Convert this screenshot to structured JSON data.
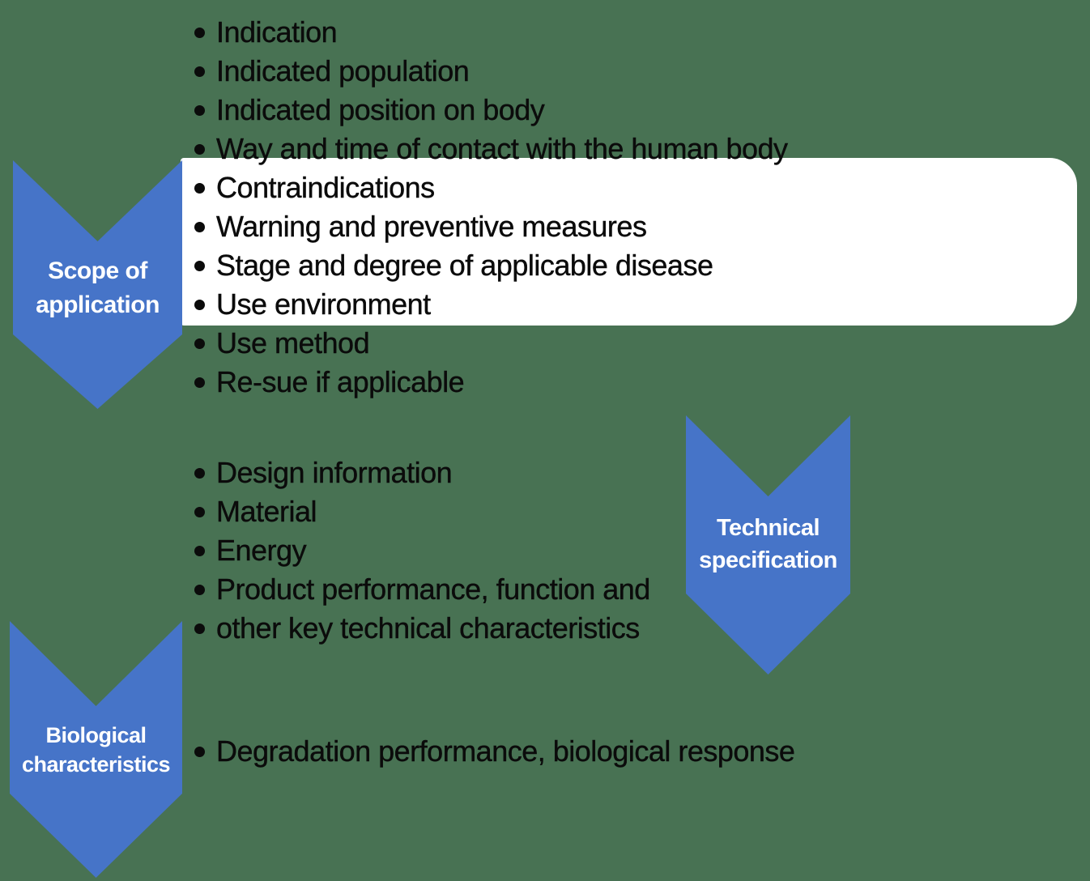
{
  "diagram": {
    "background_color": "#487253",
    "chevron_color": "#4674c8",
    "highlight_box_color": "#ffffff",
    "list_text_color": "#0b0b0b",
    "chevron_text_color": "#ffffff",
    "chevrons": {
      "scope": {
        "lines": [
          "Scope of",
          "application"
        ]
      },
      "technical": {
        "lines": [
          "Technical",
          "specification"
        ]
      },
      "biological": {
        "lines": [
          "Biological",
          "characteristics"
        ]
      }
    },
    "lists": {
      "scope_items": [
        "Indication",
        "Indicated population",
        "Indicated position on body",
        "Way and time of contact with the human body",
        "Contraindications",
        "Warning and preventive measures",
        "Stage and degree of applicable disease",
        "Use environment",
        "Use method",
        "Re-sue if applicable"
      ],
      "technical_items": [
        "Design information",
        "Material",
        "Energy",
        "Product performance, function and",
        "other key technical characteristics"
      ],
      "biological_items": [
        "Degradation performance, biological response"
      ]
    }
  }
}
